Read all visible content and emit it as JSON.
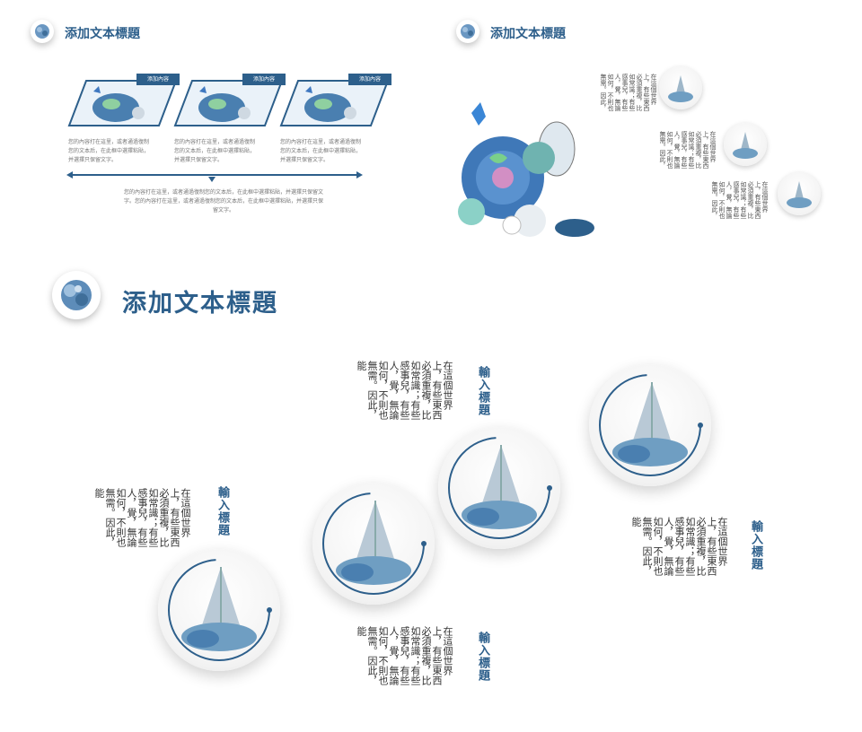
{
  "colors": {
    "accent": "#2d5f8b",
    "flower": "#4a7fb0",
    "bgLight": "#f2f2f2"
  },
  "slide1": {
    "title": "添加文本標題",
    "tabs": [
      "添加內容",
      "添加內容",
      "添加內容"
    ],
    "captions": [
      "您的內容打在這里，或者通過復制您的文本后，在此框中選擇粘貼，并選擇只保留文字。",
      "您的內容打在這里，或者通過復制您的文本后，在此框中選擇粘貼，并選擇只保留文字。",
      "您的內容打在這里，或者通過復制您的文本后，在此框中選擇粘貼，并選擇只保留文字。"
    ],
    "bottom_text": "您的內容打在這里，或者通過復制您的文本后，在此框中選擇粘貼，并選擇只保留文字。您的內容打在這里，或者通過復制您的文本后，在此框中選擇粘貼，并選擇只保留文字。"
  },
  "slide2": {
    "title": "添加文本標題",
    "items": [
      "在這個世界上，有些東西必須重複，比如常識；有些感事兒，有些人，覺，無論如何，不則也無需。因此，",
      "在這個世界上，有些東西必須重複，比如常識；有些感事兒，有些人，覺，無論如何，不則也無需。因此，",
      "在這個世界上，有些東西必須重複，比如常識；有些感事兒，有些人，覺，無論如何，不則也無需。因此，"
    ]
  },
  "slide3": {
    "title": "添加文本標題",
    "items": [
      {
        "heading": "輸入標題",
        "text": "在這個世界上，有些東西必須重複，比如常識；有些感事兒，有些人，覺，無論如何，不則也無需。因此，能"
      },
      {
        "heading": "輸入標題",
        "text": "在這個世界上，有些東西必須重複，比如常識；有些感事兒，有些人，覺，無論如何，不則也無需。因此，能"
      },
      {
        "heading": "輸入標題",
        "text": "在這個世界上，有些東西必須重複，比如常識；有些感事兒，有些人，覺，無論如何，不則也無需。因此，能"
      },
      {
        "heading": "輸入標題",
        "text": "在這個世界上，有些東西必須重複，比如常識；有些感事兒，有些人，覺，無論如何，不則也無需。因此，能"
      }
    ]
  }
}
